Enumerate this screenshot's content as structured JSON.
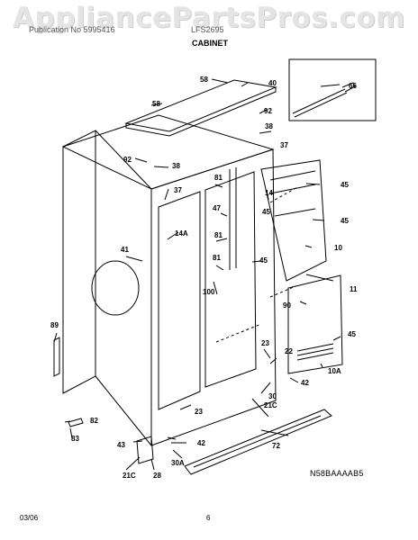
{
  "watermark": "AppliancePartsPros.com",
  "header": {
    "left": "Publication No 5995416",
    "right": "LFS2695"
  },
  "section_title": "CABINET",
  "figure_code": "N58BAAAAB5",
  "footer": {
    "date": "03/06",
    "page": "6"
  },
  "callouts": [
    "58",
    "40",
    "66",
    "58",
    "92",
    "38",
    "37",
    "92",
    "38",
    "14",
    "45",
    "37",
    "81",
    "45",
    "47",
    "45",
    "14A",
    "81",
    "10",
    "41",
    "81",
    "45",
    "100",
    "90",
    "11",
    "89",
    "45",
    "23",
    "22",
    "10A",
    "42",
    "30",
    "21C",
    "23",
    "82",
    "72",
    "42",
    "43",
    "83",
    "30A",
    "21C",
    "28"
  ]
}
